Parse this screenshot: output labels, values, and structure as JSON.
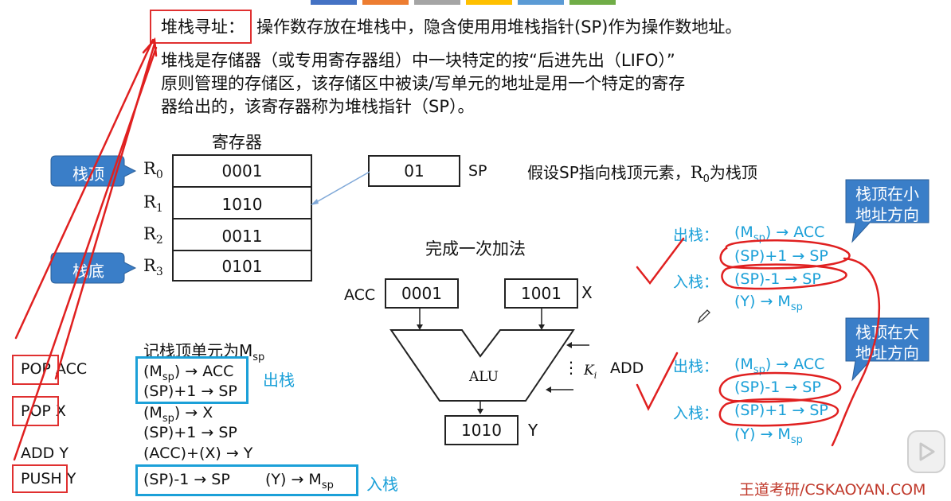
{
  "top_bar_colors": [
    "#4472c4",
    "#ed7d31",
    "#a5a5a5",
    "#ffc000",
    "#5b9bd5",
    "#70ad47"
  ],
  "definition": {
    "title": "堆栈寻址",
    "title_colon": "：",
    "line1": "操作数存放在堆栈中，隐含使用用堆栈指针(SP)作为操作数地址。",
    "line2": "堆栈是存储器（或专用寄存器组）中一块特定的按“后进先出（LIFO）”",
    "line3": "原则管理的存储区，该存储区中被读/写单元的地址是用一个特定的寄存",
    "line4": "器给出的，该寄存器称为堆栈指针（SP）。"
  },
  "registers": {
    "title": "寄存器",
    "rows": [
      {
        "name": "R",
        "sub": "0",
        "value": "0001"
      },
      {
        "name": "R",
        "sub": "1",
        "value": "1010"
      },
      {
        "name": "R",
        "sub": "2",
        "value": "0011"
      },
      {
        "name": "R",
        "sub": "3",
        "value": "0101"
      }
    ],
    "top_label": "栈顶",
    "bottom_label": "栈底"
  },
  "sp": {
    "value": "01",
    "label": "SP"
  },
  "assumption": {
    "text_a": "假设SP指向栈顶元素，",
    "reg": "R",
    "sub": "0",
    "text_b": "为栈顶"
  },
  "alu": {
    "caption": "完成一次加法",
    "acc_label": "ACC",
    "acc_value": "0001",
    "x_value": "1001",
    "x_label": "X",
    "alu_label": "ALU",
    "ki": "K",
    "ki_sub": "i",
    "dots": "⋮",
    "add_label": "ADD",
    "y_value": "1010",
    "y_label": "Y"
  },
  "note": {
    "text": "记栈顶单元为M",
    "sub": "sp"
  },
  "program": [
    {
      "op": "POP",
      "arg": "ACC",
      "ops": [
        "(M_sp) → ACC",
        "(SP)+1 → SP"
      ]
    },
    {
      "op": "POP",
      "arg": "X",
      "ops": [
        "(M_sp) → X",
        "(SP)+1 → SP"
      ]
    },
    {
      "op": "ADD",
      "arg": "Y",
      "ops": [
        "(ACC)+(X) → Y"
      ]
    },
    {
      "op": "PUSH",
      "arg": "Y",
      "ops": [
        "(SP)-1 → SP",
        "(Y) → M_sp"
      ]
    }
  ],
  "labels": {
    "pop": "出栈",
    "push": "入栈"
  },
  "right_small": {
    "callout": [
      "栈顶在小",
      "地址方向"
    ],
    "pop_label": "出栈：",
    "pop_op": "(M",
    "pop_op_sub": "sp",
    "pop_op_tail": ") → ACC",
    "line2": "(SP)+1 → SP",
    "push_label": "入栈：",
    "line3": "(SP)-1 → SP",
    "line4": "(Y) → M",
    "line4_sub": "sp"
  },
  "right_large": {
    "callout": [
      "栈顶在大",
      "地址方向"
    ],
    "pop_label": "出栈：",
    "pop_op": "(M",
    "pop_op_sub": "sp",
    "pop_op_tail": ") → ACC",
    "line2": "(SP)-1 → SP",
    "push_label": "入栈：",
    "line3": "(SP)+1 → SP",
    "line4": "(Y) → M",
    "line4_sub": "sp"
  },
  "watermark": "王道考研/CSKAOYAN.COM",
  "colors": {
    "accent_blue": "#1ba0d8",
    "callout_blue": "#3a7ec8",
    "annotation_red": "#e02020",
    "box_red": "#e03030"
  }
}
